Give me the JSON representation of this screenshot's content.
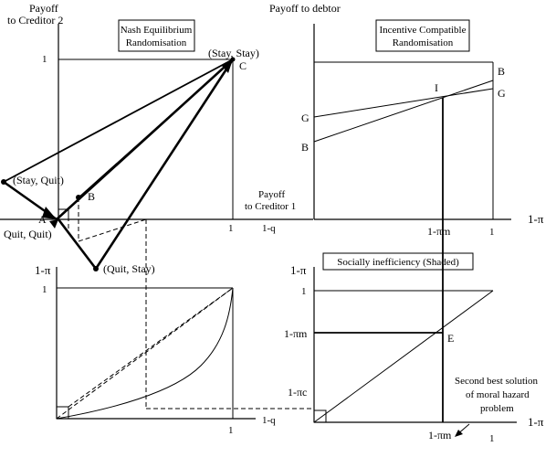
{
  "top_left": {
    "y_axis_label_line1": "Payoff",
    "y_axis_label_line2": "to Creditor 2",
    "title_line1": "Nash Equilibrium",
    "title_line2": "Randomisation",
    "tick_y_1": "1",
    "tick_x_1": "1",
    "x_axis_label_line1": "Payoff",
    "x_axis_label_line2": "to Creditor 1",
    "x_axis_label_alt": "1-q",
    "point_stay_stay": "(Stay, Stay)",
    "point_stay_quit": "(Stay, Quit)",
    "point_quit_quit": "Quit, Quit)",
    "point_quit_stay": "(Quit, Stay)",
    "label_A": "A",
    "label_B": "B",
    "label_C": "C"
  },
  "top_right": {
    "y_axis_label": "Payoff to debtor",
    "title_line1": "Incentive Compatible",
    "title_line2": "Randomisation",
    "line_B_left": "B",
    "line_B_right": "B",
    "line_G_left": "G",
    "line_G_right": "G",
    "label_I": "I",
    "tick_x_pim": "1-πm",
    "tick_x_1": "1",
    "x_axis_label": "1-π"
  },
  "bottom_left": {
    "y_axis_label": "1-π",
    "tick_y_1": "1",
    "tick_x_1": "1",
    "x_axis_label": "1-q"
  },
  "bottom_right": {
    "y_axis_label": "1-π",
    "title": "Socially inefficiency (Shaded)",
    "tick_y_1": "1",
    "tick_y_pim": "1-πm",
    "tick_y_pic": "1-πc",
    "label_E": "E",
    "annotation_line1": "Second best solution",
    "annotation_line2": "of moral hazard",
    "annotation_line3": "problem",
    "tick_x_pim": "1-πm",
    "tick_x_1": "1",
    "x_axis_label": "1-π"
  }
}
